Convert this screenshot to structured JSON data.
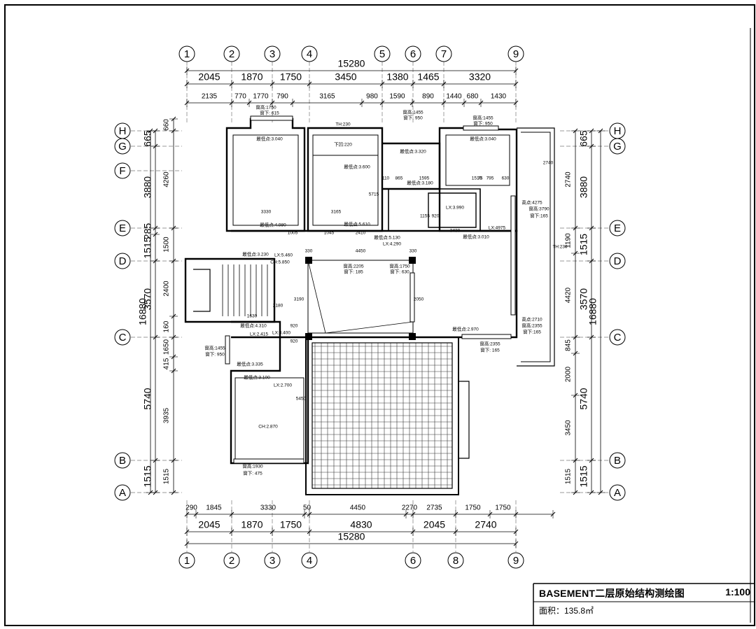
{
  "title": {
    "name": "BASEMENT二层原始结构测绘图",
    "scale": "1:100",
    "area": "面积：135.8㎡"
  },
  "grid": {
    "top_labels": [
      "1",
      "2",
      "3",
      "4",
      "5",
      "6",
      "7",
      "9"
    ],
    "bottom_labels": [
      "1",
      "2",
      "3",
      "4",
      "6",
      "8",
      "9"
    ],
    "left_labels": [
      "H",
      "G",
      "F",
      "E",
      "D",
      "C",
      "B",
      "A"
    ],
    "right_labels": [
      "H",
      "G",
      "E",
      "D",
      "C",
      "B",
      "A"
    ]
  },
  "dims": {
    "top_total": "15280",
    "top_main": [
      "2045",
      "1870",
      "1750",
      "3450",
      "1380",
      "1465",
      "3320"
    ],
    "top_detail": [
      "2135",
      "770",
      "1770",
      "790",
      "3165",
      "980",
      "1590",
      "890",
      "1440",
      "680",
      "1430"
    ],
    "bottom_detail": [
      "290",
      "1845",
      "3330",
      "50",
      "4450",
      "2270",
      "2735",
      "1750",
      "1750"
    ],
    "bottom_main": [
      "2045",
      "1870",
      "1750",
      "4830",
      "2045",
      "2740"
    ],
    "bottom_total": "15280",
    "left_total": "16880",
    "left_main": [
      "665",
      "3880",
      "285",
      "1515",
      "3570",
      "5740",
      "1515"
    ],
    "left_detail": [
      "660",
      "4260",
      "1500",
      "2400",
      "160",
      "1650",
      "415",
      "3935",
      "1515"
    ],
    "right_total": "16880",
    "right_main": [
      "665",
      "3880",
      "1515",
      "3570",
      "5740",
      "1515"
    ],
    "right_detail": [
      "2740",
      "1190",
      "4420",
      "845",
      "2000",
      "3450",
      "1515"
    ]
  },
  "annotations": [
    "窗高:1750",
    "窗下: 615",
    "最低点:3.040",
    "TH:230",
    "下凹:220",
    "最低点:3.600",
    "窗高:1455",
    "窗下: 950",
    "最低点:3.320",
    "最低点:3.180",
    "3330",
    "3165",
    "5715",
    "最低点:4.980",
    "最低点:5.610",
    "2410",
    "1045",
    "1005",
    "最低点:5.130",
    "窗高:1455",
    "窗下: 950",
    "最低点:3.040",
    "2740",
    "1510",
    "75",
    "795",
    "630",
    "1595",
    "865",
    "110",
    "LX:3.990",
    "920",
    "1155",
    "3430",
    "最低点:3.010",
    "LX:4975",
    "高点:4275",
    "窗高:3790",
    "窗下:165",
    "窗高:2205",
    "窗下: 185",
    "窗高:1750",
    "窗下: 630",
    "4450",
    "330",
    "330",
    "LX:4.290",
    "最低点:3.230",
    "LX:5.460",
    "CH:5.850",
    "3190",
    "2050",
    "高点:2710",
    "窗高:2355",
    "窗下:165",
    "最低点:2.970",
    "窗高:2355",
    "窗下: 165",
    "最低点:4.310",
    "LX:2.415",
    "LX:3.400",
    "920",
    "920",
    "窗高:1455",
    "窗下: 950",
    "最低点:3.335",
    "最低点:3.100",
    "LX:2.700",
    "5450",
    "CH:2.870",
    "窗高:1930",
    "窗下: 475",
    "2180",
    "1630",
    "TH:230"
  ]
}
